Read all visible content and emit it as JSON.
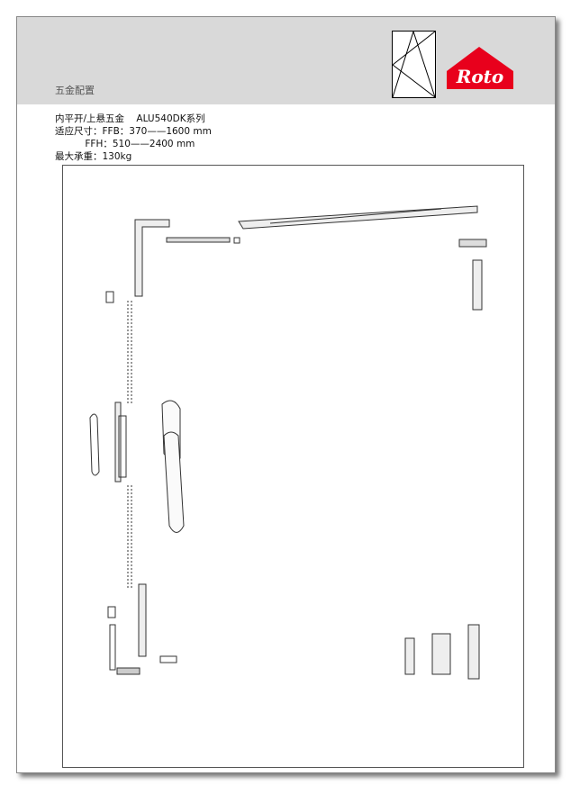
{
  "header": {
    "title": "五金配置",
    "logo_text": "Roto"
  },
  "info": {
    "line1": "内平开/上悬五金    ALU540DK系列",
    "line2": "适应尺寸：FFB：370——1600 mm",
    "line3": "          FFH：510——2400 mm",
    "line4": "最大承重：130kg"
  },
  "colors": {
    "header_bg": "#d9d9d9",
    "logo_red": "#e8001c"
  }
}
